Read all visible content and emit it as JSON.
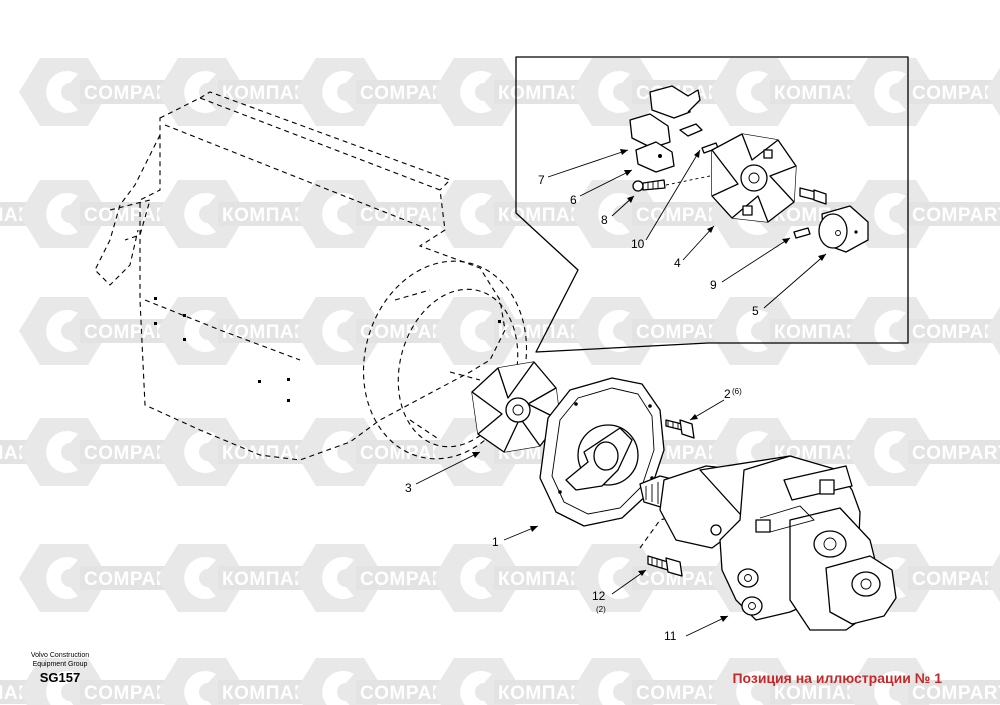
{
  "watermark": {
    "latin": "COMPART",
    "cyrillic": "КОМПАРТ",
    "color": "#e3e3e3"
  },
  "callouts": {
    "c1": "1",
    "c2": "2",
    "c2_qty": "(6)",
    "c3": "3",
    "c4": "4",
    "c5": "5",
    "c6": "6",
    "c7": "7",
    "c8": "8",
    "c9": "9",
    "c10": "10",
    "c11": "11",
    "c12": "12",
    "c12_qty": "(2)"
  },
  "footer": {
    "brand_line1": "Volvo Construction",
    "brand_line2": "Equipment Group",
    "drawing_code": "SG157",
    "position_caption": "Позиция на иллюстрации № 1",
    "caption_color": "#c62828"
  }
}
